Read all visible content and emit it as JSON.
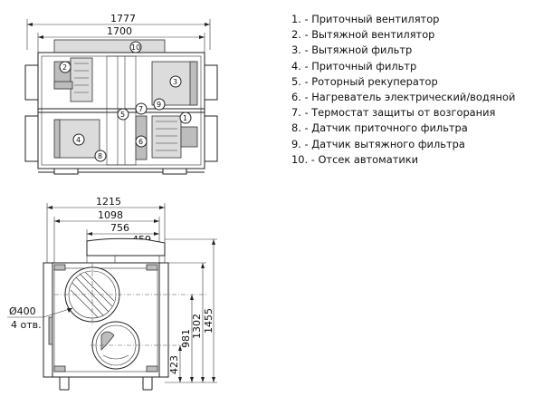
{
  "legend": [
    "1. - Приточный вентилятор",
    "2. - Вытяжной вентилятор",
    "3. - Вытяжной фильтр",
    "4. - Приточный фильтр",
    "5. - Роторный рекуператор",
    "6. - Нагреватель электрический/водяной",
    "7. - Термостат защиты от возгорания",
    "8. - Датчик приточного фильтра",
    "9. - Датчик вытяжного фильтра",
    "10. - Отсек автоматики"
  ],
  "top_view": {
    "dim_total_width": "1777",
    "dim_body_width": "1700",
    "callouts": [
      "1",
      "2",
      "3",
      "4",
      "5",
      "6",
      "7",
      "8",
      "9",
      "10"
    ]
  },
  "side_view": {
    "dim_width_1": "1215",
    "dim_width_2": "1098",
    "dim_width_3": "756",
    "dim_width_4": "459",
    "dim_height_1": "1455",
    "dim_height_2": "1302",
    "dim_height_3": "981",
    "dim_height_4": "423",
    "hole_diameter": "Ø400",
    "hole_count": "4 отв."
  }
}
